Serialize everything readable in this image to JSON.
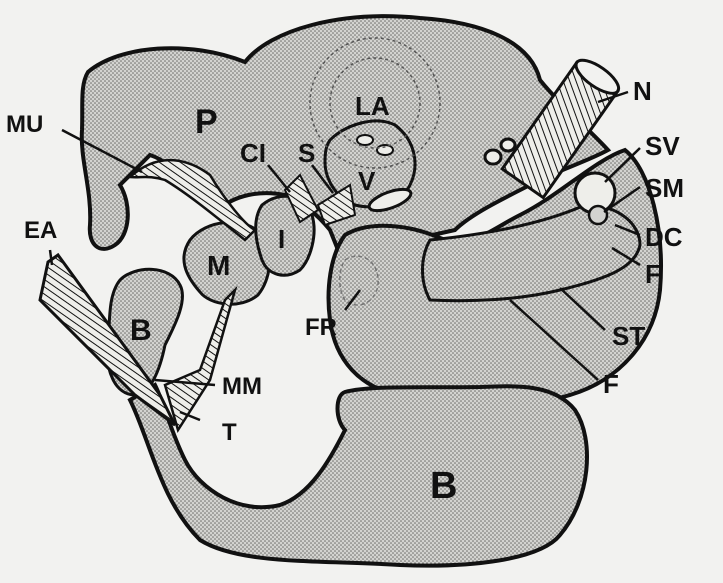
{
  "diagram": {
    "labels": {
      "P": "P",
      "MU": "MU",
      "CI": "CI",
      "S": "S",
      "LA": "LA",
      "V": "V",
      "N": "N",
      "SV": "SV",
      "SM": "SM",
      "DC": "DC",
      "F_upper": "F",
      "ST": "ST",
      "F_lower": "F",
      "FR": "FR",
      "EA": "EA",
      "M": "M",
      "I": "I",
      "B_upper": "B",
      "MM": "MM",
      "T": "T",
      "B_lower": "B"
    },
    "colors": {
      "ink": "#111111",
      "fill": "#c9c9c6",
      "background": "#f2f2f0"
    }
  }
}
